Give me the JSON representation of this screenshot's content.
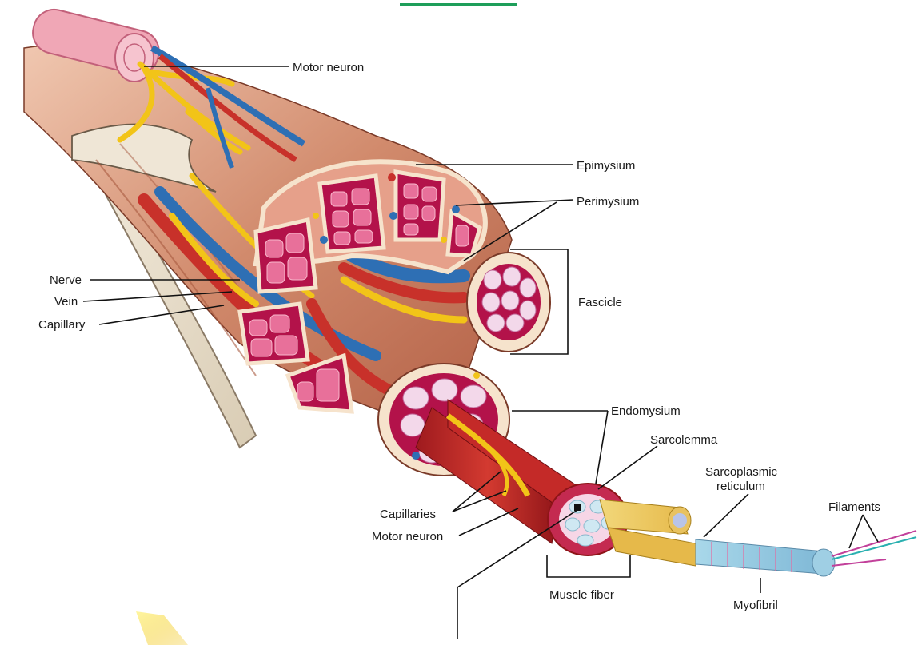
{
  "labels": {
    "motor_neuron_top": "Motor neuron",
    "epimysium": "Epimysium",
    "perimysium": "Perimysium",
    "nerve": "Nerve",
    "vein": "Vein",
    "capillary": "Capillary",
    "fascicle": "Fascicle",
    "endomysium": "Endomysium",
    "sarcolemma": "Sarcolemma",
    "sarcoplasmic_line1": "Sarcoplasmic",
    "sarcoplasmic_line2": "reticulum",
    "filaments": "Filaments",
    "capillaries": "Capillaries",
    "motor_neuron_bottom": "Motor neuron",
    "muscle_fiber": "Muscle fiber",
    "myofibril": "Myofibril"
  },
  "colors": {
    "muscle": "#c97a5e",
    "fascicle_fill": "#b3124a",
    "fiber_fill": "#e8709a",
    "connective": "#f6e3cc",
    "artery": "#c8312a",
    "vein": "#2e6fb4",
    "nerve": "#f2c418",
    "accent_green": "#1e9e5a"
  }
}
